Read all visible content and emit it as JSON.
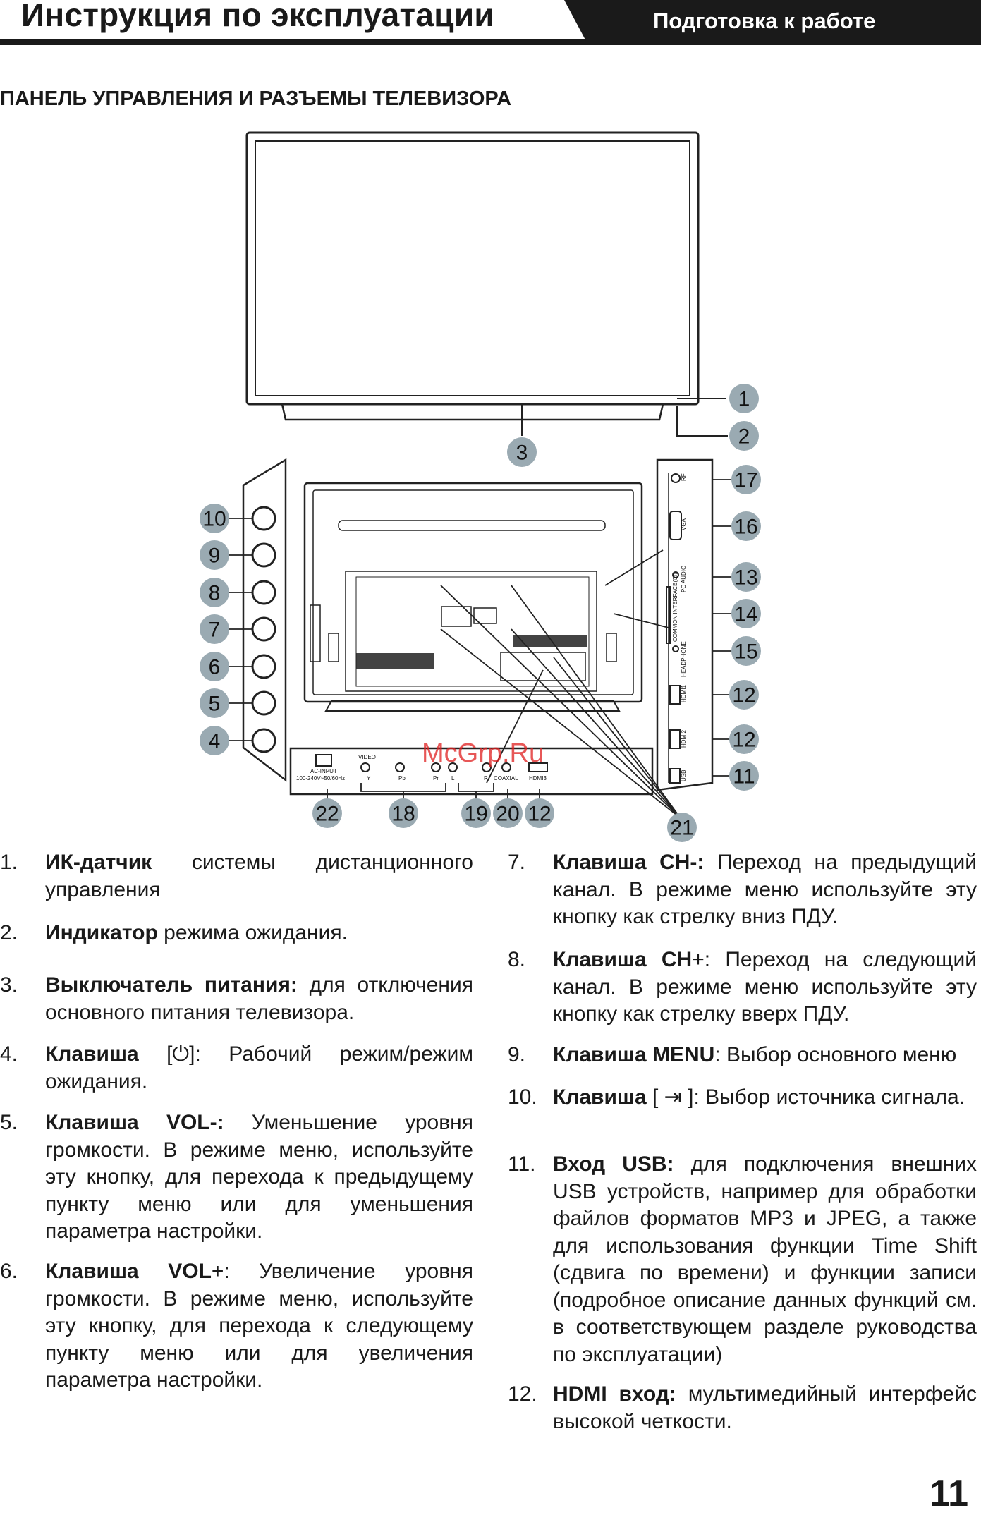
{
  "header": {
    "title": "Инструкция по эксплуатации",
    "tab_label": "Подготовка к работе"
  },
  "section_heading": "ПАНЕЛЬ УПРАВЛЕНИЯ И РАЗЪЕМЫ ТЕЛЕВИЗОРА",
  "diagram": {
    "watermark": "McGrp.Ru",
    "callouts": [
      "1",
      "2",
      "3",
      "10",
      "9",
      "8",
      "7",
      "6",
      "5",
      "4",
      "17",
      "16",
      "13",
      "14",
      "15",
      "12",
      "12",
      "11",
      "22",
      "18",
      "19",
      "20",
      "12",
      "21"
    ],
    "port_labels": {
      "rf": "RF",
      "vga": "VGA",
      "pc_audio": "PC AUDIO",
      "common_interface": "COMMON INTERFACE(CI)",
      "headphone": "HEADPHONE",
      "hdmi1": "HDMI1",
      "hdmi2": "HDMI2",
      "usb": "USB",
      "ac_input": "AC-INPUT",
      "ac_rating": "100-240V~50/60Hz",
      "video": "VIDEO",
      "y": "Y",
      "pb": "Pb",
      "pr": "Pr",
      "l": "L",
      "r": "R",
      "coaxial": "COAXIAL",
      "hdmi3": "HDMI3"
    }
  },
  "items": [
    {
      "num": "1.",
      "bold": "ИК-датчик",
      "text": " системы дистанционного управления"
    },
    {
      "num": "2.",
      "bold": "Индикатор",
      "text": "  режима ожидания."
    },
    {
      "num": "3.",
      "bold": "Выключатель питания:",
      "text": " для отключения основного питания телевизора."
    },
    {
      "num": "4.",
      "bold": "Клавиша",
      "text": " [⏻]: Рабочий режим/режим ожидания."
    },
    {
      "num": "5.",
      "bold": "Клавиша VOL-:",
      "text": " Уменьшение уровня громкости. В режиме меню, используйте эту кнопку, для перехода к предыдущему пункту меню или для уменьшения параметра настройки."
    },
    {
      "num": "6.",
      "bold": "Клавиша VOL",
      "text": "+: Увеличение уровня громкости. В режиме меню, используйте эту кнопку, для перехода к следующему пункту меню или для увеличения параметра настройки."
    },
    {
      "num": "7.",
      "bold": "Клавиша CH-:",
      "text": " Переход на предыдущий канал. В режиме меню используйте эту кнопку как стрелку вниз ПДУ."
    },
    {
      "num": "8.",
      "bold": "Клавиша CH",
      "text": "+: Переход на следующий канал. В режиме меню используйте эту кнопку как стрелку вверх ПДУ."
    },
    {
      "num": "9.",
      "bold": "Клавиша MENU",
      "text": ": Выбор основного меню"
    },
    {
      "num": "10.",
      "bold": "Клавиша",
      "text": " [ ⇥ ]: Выбор источника сигнала."
    },
    {
      "num": "11.",
      "bold": "Вход USB:",
      "text": " для подключения внешних USB устройств, например для обработки файлов форматов MP3 и JPEG, а также для использования функции Time Shift (сдвига по времени) и функции записи (подробное описание данных функций см. в соответствующем разделе руководства по эксплуатации)"
    },
    {
      "num": "12.",
      "bold": "HDMI вход:",
      "text": " мультимедийный интерфейс высокой четкости."
    }
  ],
  "page_number": "11"
}
